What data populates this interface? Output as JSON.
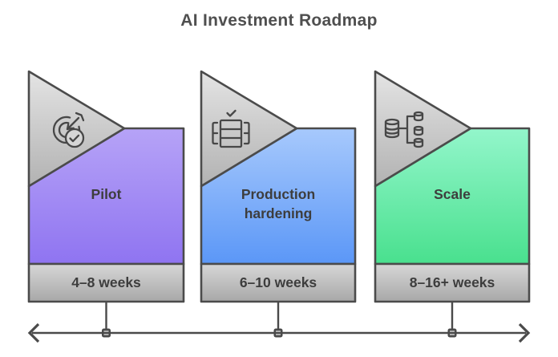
{
  "title": "AI Investment Roadmap",
  "colors": {
    "background": "#ffffff",
    "outline": "#4b4b4b",
    "label_text": "#3d3d3d",
    "title_text": "#4f4f4f",
    "timeline": "#4a4a4a",
    "triangle_top": "#e4e4e4",
    "triangle_bottom": "#b2b2b2",
    "bar_top": "#d7d7d7",
    "bar_bottom": "#a8a8a8"
  },
  "stages": [
    {
      "label": "Pilot",
      "duration": "4–8 weeks",
      "icon": "target-arrow-check-icon",
      "color_top": "#b6a3f7",
      "color_bottom": "#8f74f1"
    },
    {
      "label": "Production hardening",
      "duration": "6–10 weeks",
      "icon": "table-check-icon",
      "color_top": "#a7c9fc",
      "color_bottom": "#5b97f7"
    },
    {
      "label": "Scale",
      "duration": "8–16+ weeks",
      "icon": "database-shard-icon",
      "color_top": "#93f6cb",
      "color_bottom": "#49e08e"
    }
  ],
  "timeline": {
    "arrow_style": "double-headed",
    "milestone_count": "3"
  }
}
